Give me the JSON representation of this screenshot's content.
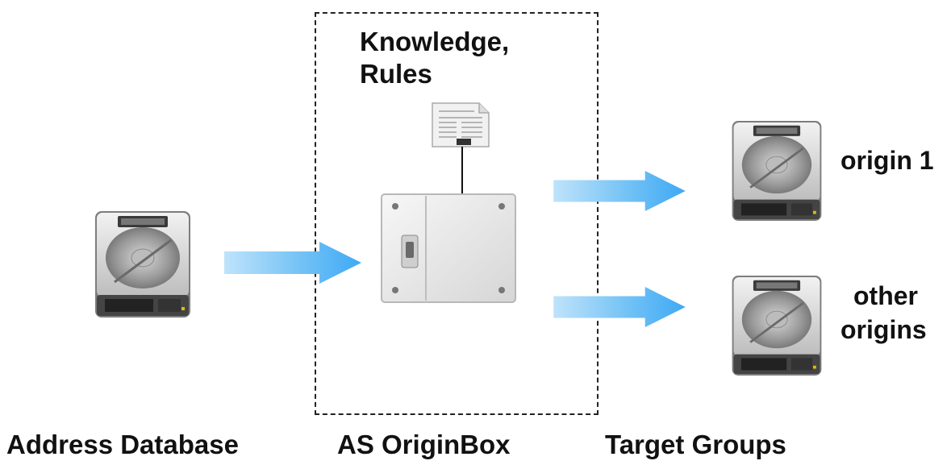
{
  "labels": {
    "knowledge_line1": "Knowledge,",
    "knowledge_line2": "Rules",
    "origin1": "origin 1",
    "other_line1": "other",
    "other_line2": "origins",
    "address_database": "Address Database",
    "as_originbox": "AS OriginBox",
    "target_groups": "Target Groups"
  },
  "icons": {
    "source_drive": "hard-drive-icon",
    "target_drive_1": "hard-drive-icon",
    "target_drive_2": "hard-drive-icon",
    "rules_document": "document-icon",
    "switch_box": "switch-panel-icon"
  },
  "colors": {
    "arrow": "#3fa9f5",
    "box_border": "#222222"
  }
}
